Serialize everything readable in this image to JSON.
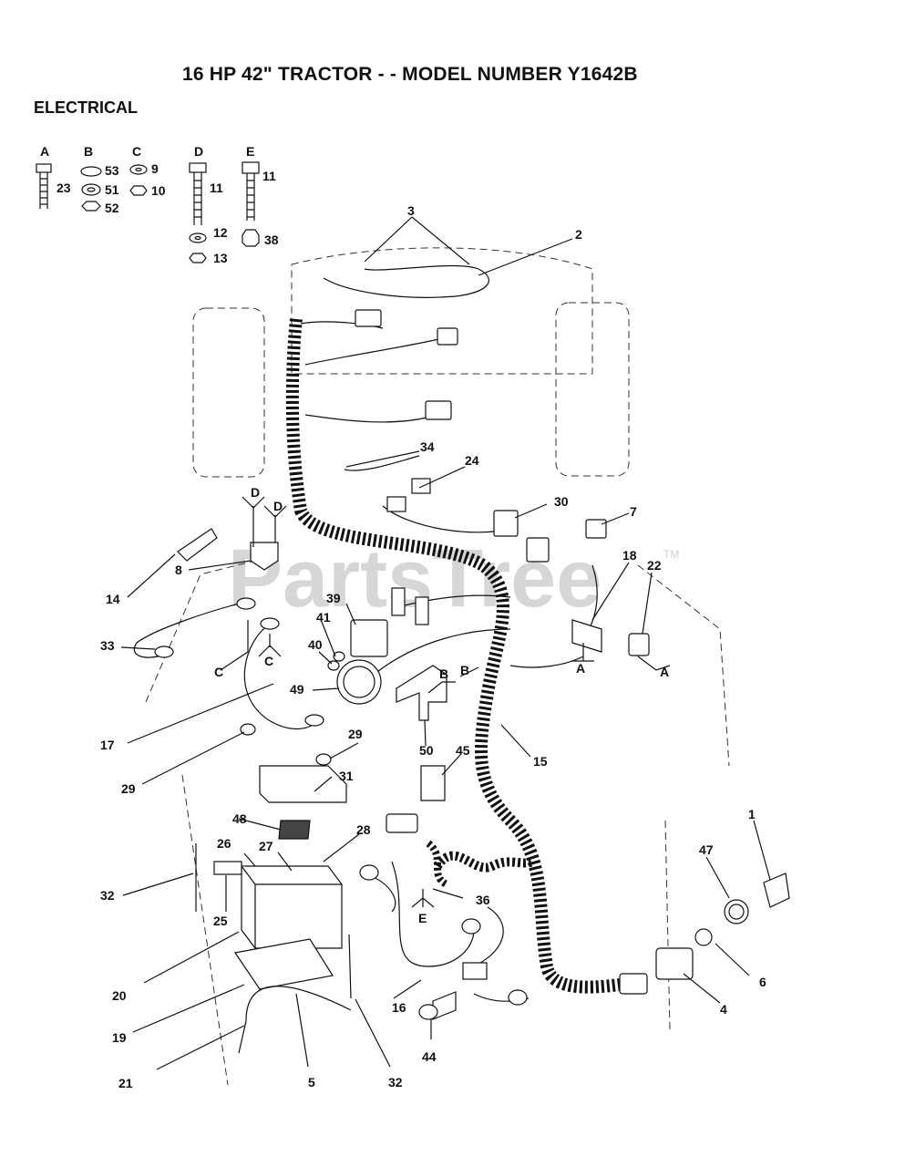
{
  "header": {
    "title": "16 HP 42\"  TRACTOR - - MODEL NUMBER Y1642B",
    "section": "ELECTRICAL"
  },
  "hardware": {
    "groups": [
      {
        "letter": "A",
        "parts": [
          "23"
        ]
      },
      {
        "letter": "B",
        "parts": [
          "53",
          "51",
          "52"
        ]
      },
      {
        "letter": "C",
        "parts": [
          "9",
          "10"
        ]
      },
      {
        "letter": "D",
        "parts": [
          "11",
          "12",
          "13"
        ]
      },
      {
        "letter": "E",
        "parts": [
          "11",
          "38"
        ]
      }
    ]
  },
  "watermark": {
    "text": "PartsTree",
    "tm": "TM"
  },
  "callouts": {
    "c1": "1",
    "c2": "2",
    "c3": "3",
    "c4": "4",
    "c5": "5",
    "c6": "6",
    "c7": "7",
    "c8": "8",
    "c14": "14",
    "c15": "15",
    "c16": "16",
    "c17": "17",
    "c18": "18",
    "c19": "19",
    "c20": "20",
    "c21": "21",
    "c22": "22",
    "c24": "24",
    "c25": "25",
    "c26": "26",
    "c27": "27",
    "c28": "28",
    "c29a": "29",
    "c29b": "29",
    "c30": "30",
    "c31": "31",
    "c32a": "32",
    "c32b": "32",
    "c33": "33",
    "c34": "34",
    "c36": "36",
    "c39": "39",
    "c40": "40",
    "c41": "41",
    "c44": "44",
    "c45": "45",
    "c47": "47",
    "c48": "48",
    "c49": "49",
    "c50": "50"
  },
  "hw_refs": {
    "d1": "D",
    "d2": "D",
    "c1": "C",
    "c2": "C",
    "b1": "B",
    "b2": "B",
    "a1": "A",
    "a2": "A",
    "e1": "E"
  }
}
